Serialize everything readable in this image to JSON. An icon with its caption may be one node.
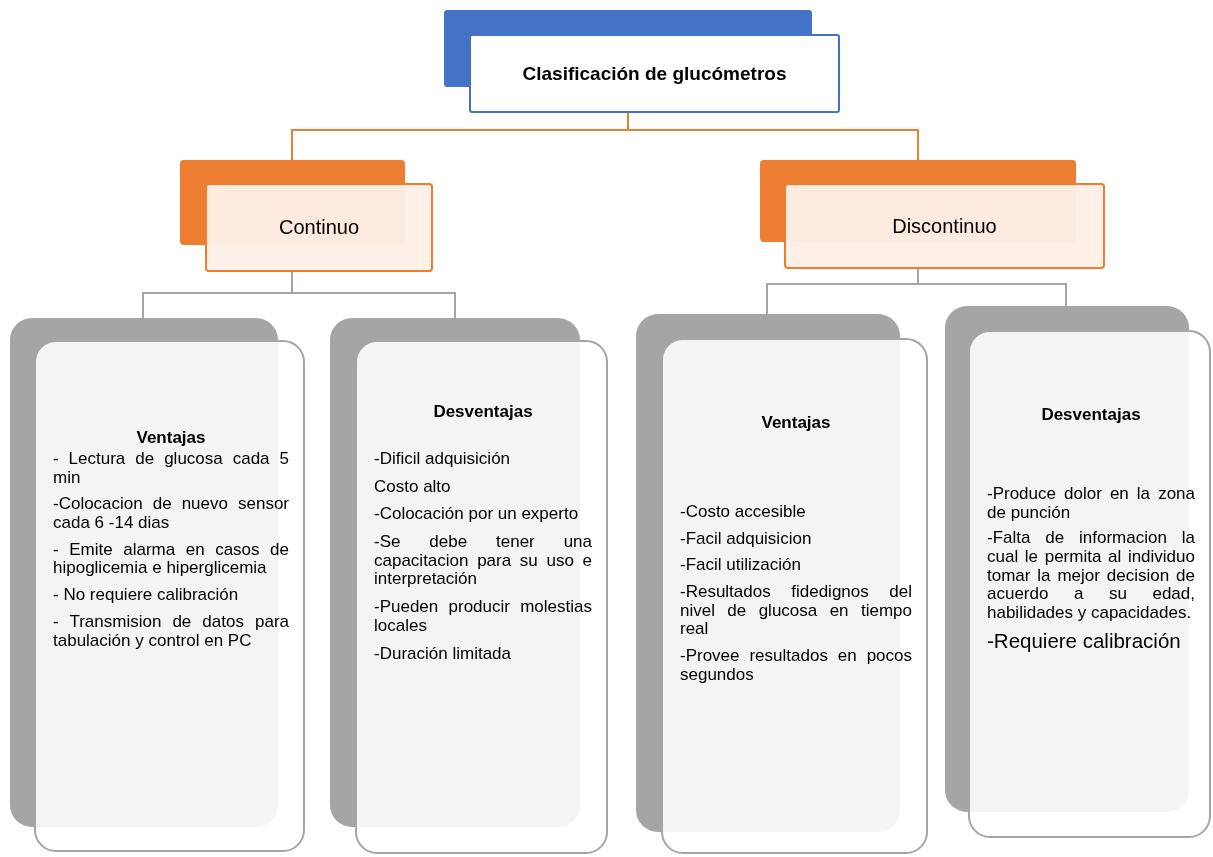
{
  "diagram": {
    "nodes": [
      {
        "text": [
          "Clasificación de glucómetros"
        ]
      },
      {
        "text": [
          "Continuo"
        ]
      },
      {
        "text": [
          "Discontinuo"
        ]
      },
      {
        "text": [
          "Ventajas",
          "- Lectura de glucosa cada 5 min",
          "-Colocacion de nuevo sensor cada 6 -14 dias",
          "- Emite alarma en casos de hipoglicemia e hiperglicemia",
          "- No requiere calibración",
          "- Transmision de datos para tabulación y control en PC"
        ]
      },
      {
        "text": [
          "Desventajas",
          "-Dificil adquisición",
          "Costo alto",
          "-Colocación por un experto",
          "-Se debe tener una capacitacion para su uso e interpretación",
          "-Pueden producir molestias locales",
          "-Duración limitada"
        ]
      },
      {
        "text": [
          "Ventajas",
          "-Costo accesible",
          "-Facil adquisicion",
          "-Facil utilización",
          "-Resultados fidedignos del nivel de glucosa en tiempo real",
          "-Provee resultados en pocos segundos"
        ]
      },
      {
        "text": [
          "Desventajas",
          "-Produce dolor en la zona de punción",
          "-Falta de informacion la cual le permita al individuo tomar la mejor decision de acuerdo a su edad, habilidades y capacidades.",
          "-Requiere calibración"
        ]
      }
    ],
    "edges": [
      {
        "from": 0,
        "to": 1,
        "arrow": "none",
        "color": "#ed7d31"
      },
      {
        "from": 0,
        "to": 2,
        "arrow": "none",
        "color": "#ed7d31"
      },
      {
        "from": 1,
        "to": 3,
        "arrow": "none"
      },
      {
        "from": 1,
        "to": 4,
        "arrow": "none"
      },
      {
        "from": 2,
        "to": 5,
        "arrow": "none"
      },
      {
        "from": 2,
        "to": 6,
        "arrow": "none"
      }
    ]
  }
}
